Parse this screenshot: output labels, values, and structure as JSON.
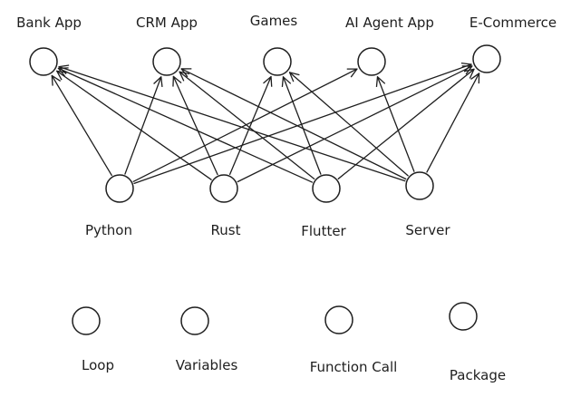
{
  "colors": {
    "stroke": "#1e1e1e",
    "node_fill": "#ffffff",
    "background": "#ffffff"
  },
  "apps": [
    "Bank App",
    "CRM App",
    "Games",
    "AI Agent App",
    "E-Commerce"
  ],
  "tech": [
    "Python",
    "Rust",
    "Flutter",
    "Server"
  ],
  "concepts": [
    "Loop",
    "Variables",
    "Function Call",
    "Package"
  ],
  "edges": [
    {
      "from": "Python",
      "to": "Bank App"
    },
    {
      "from": "Python",
      "to": "CRM App"
    },
    {
      "from": "Python",
      "to": "AI Agent App"
    },
    {
      "from": "Python",
      "to": "E-Commerce"
    },
    {
      "from": "Rust",
      "to": "Bank App"
    },
    {
      "from": "Rust",
      "to": "CRM App"
    },
    {
      "from": "Rust",
      "to": "Games"
    },
    {
      "from": "Rust",
      "to": "E-Commerce"
    },
    {
      "from": "Flutter",
      "to": "Bank App"
    },
    {
      "from": "Flutter",
      "to": "CRM App"
    },
    {
      "from": "Flutter",
      "to": "Games"
    },
    {
      "from": "Flutter",
      "to": "E-Commerce"
    },
    {
      "from": "Server",
      "to": "Bank App"
    },
    {
      "from": "Server",
      "to": "CRM App"
    },
    {
      "from": "Server",
      "to": "Games"
    },
    {
      "from": "Server",
      "to": "AI Agent App"
    },
    {
      "from": "Server",
      "to": "E-Commerce"
    }
  ]
}
